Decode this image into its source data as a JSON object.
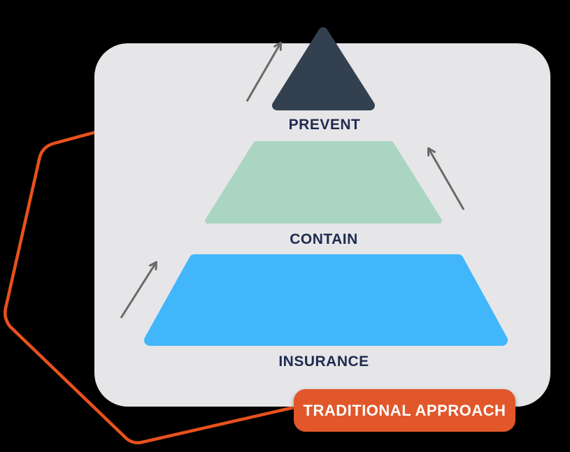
{
  "canvas": {
    "bg": "#000000"
  },
  "card": {
    "bg": "#e6e6e8"
  },
  "pyramid": {
    "type": "pyramid-diagram",
    "label_color": "#1f2b50",
    "levels": [
      {
        "label": "PREVENT",
        "color": "#334050"
      },
      {
        "label": "CONTAIN",
        "color": "#aad5c3"
      },
      {
        "label": "INSURANCE",
        "color": "#41b6fb"
      }
    ]
  },
  "arrows": {
    "color": "#696969",
    "items": [
      {
        "name": "up-arrow-prevent-left",
        "direction": "up-right"
      },
      {
        "name": "up-arrow-contain-right",
        "direction": "up-left"
      },
      {
        "name": "up-arrow-insurance-left",
        "direction": "up-right"
      }
    ]
  },
  "connector": {
    "color": "#e8511c"
  },
  "badge": {
    "label": "TRADITIONAL APPROACH",
    "bg": "#e1572a",
    "text_color": "#ffffff"
  }
}
